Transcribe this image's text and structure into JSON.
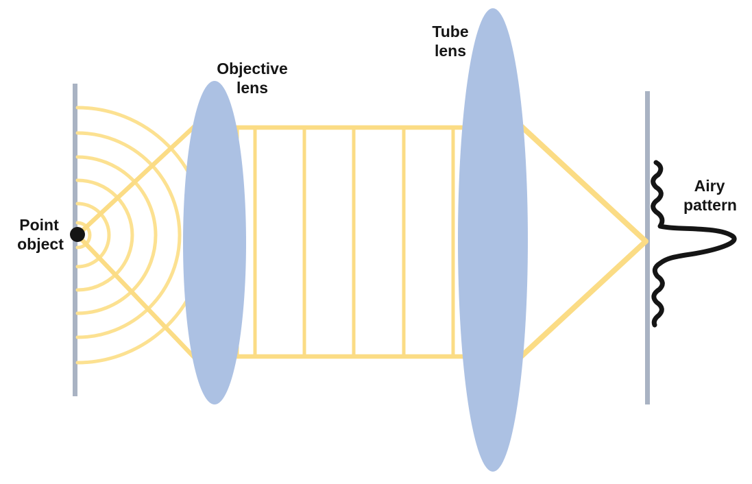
{
  "figure": {
    "labels": {
      "point_object": {
        "line1": "Point",
        "line2": "object"
      },
      "objective_lens": {
        "line1": "Objective",
        "line2": "lens"
      },
      "tube_lens": {
        "line1": "Tube",
        "line2": "lens"
      },
      "airy_pattern": {
        "line1": "Airy",
        "line2": "pattern"
      }
    },
    "colors": {
      "ray_yellow": "#FBDC85",
      "wavefront_yellow": "#FCE191",
      "lens_blue": "#ACC1E3",
      "plane_gray": "#A9B3C3",
      "ink_black": "#151515"
    }
  }
}
